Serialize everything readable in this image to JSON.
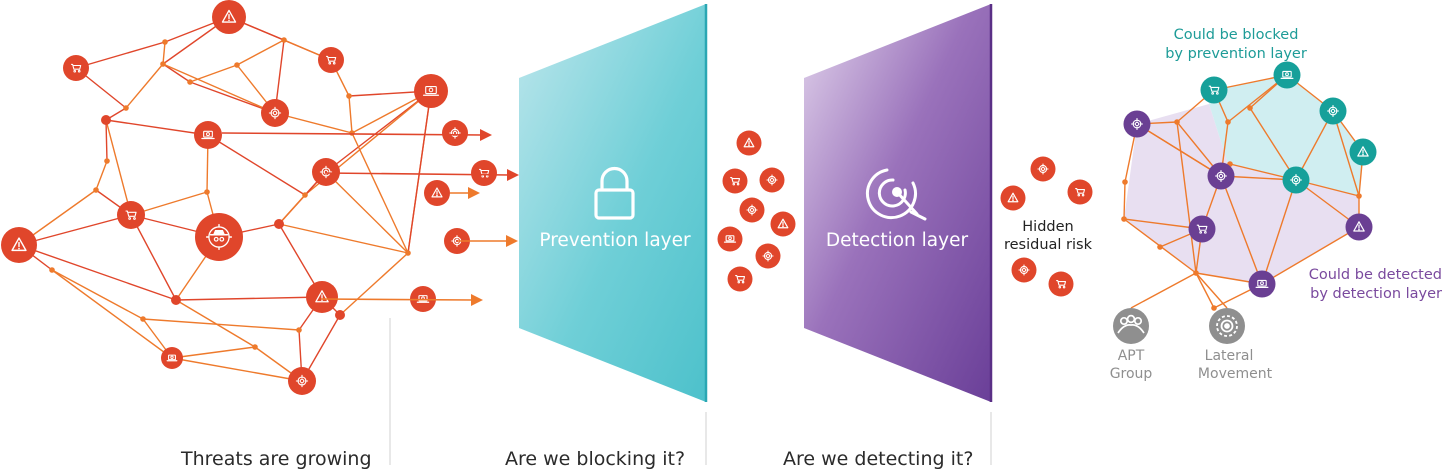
{
  "captions": {
    "threats": "Threats are growing",
    "blocking": "Are we blocking it?",
    "detecting": "Are we detecting it?"
  },
  "layers": {
    "prevention": "Prevention layer",
    "detection": "Detection layer"
  },
  "hidden_risk": {
    "line1": "Hidden",
    "line2": "residual risk"
  },
  "annotations": {
    "blocked_line1": "Could be blocked",
    "blocked_line2": "by prevention layer",
    "detected_line1": "Could be detected",
    "detected_line2": "by detection layer"
  },
  "sources": {
    "apt_line1": "APT",
    "apt_line2": "Group",
    "lateral_line1": "Lateral",
    "lateral_line2": "Movement"
  },
  "colors": {
    "threat": "#e0462b",
    "threat_link": "#ee7a2c",
    "prevention": "#5bc7d0",
    "detection": "#7a4a9e",
    "teal_node": "#16a09a",
    "purple_node": "#6a3f93",
    "gray_node": "#8f8f8f",
    "annotation_teal": "#1e9c98",
    "annotation_purple": "#7a4a9e"
  },
  "icons": [
    "warning-icon",
    "cart-icon",
    "target-icon",
    "laptop-skull-icon",
    "spy-icon",
    "padlock-icon",
    "radar-icon",
    "people-icon",
    "gear-icon"
  ]
}
